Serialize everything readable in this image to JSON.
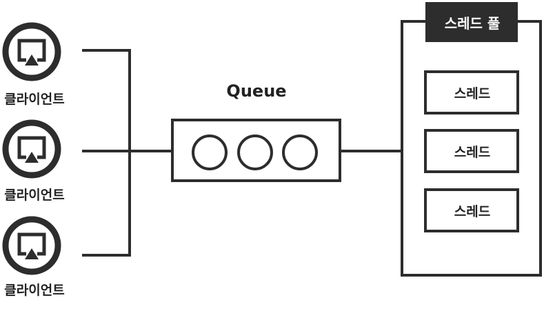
{
  "colors": {
    "stroke": "#2d2d2d",
    "text": "#222222",
    "pool_header_bg": "#2d2d2d",
    "pool_header_text": "#ffffff"
  },
  "clients": [
    {
      "label": "클라이언트",
      "icon": "airplay-icon"
    },
    {
      "label": "클라이언트",
      "icon": "airplay-icon"
    },
    {
      "label": "클라이언트",
      "icon": "airplay-icon"
    }
  ],
  "queue": {
    "label": "Queue",
    "item_count": 3
  },
  "thread_pool": {
    "title": "스레드 풀",
    "threads": [
      {
        "label": "스레드"
      },
      {
        "label": "스레드"
      },
      {
        "label": "스레드"
      }
    ]
  }
}
